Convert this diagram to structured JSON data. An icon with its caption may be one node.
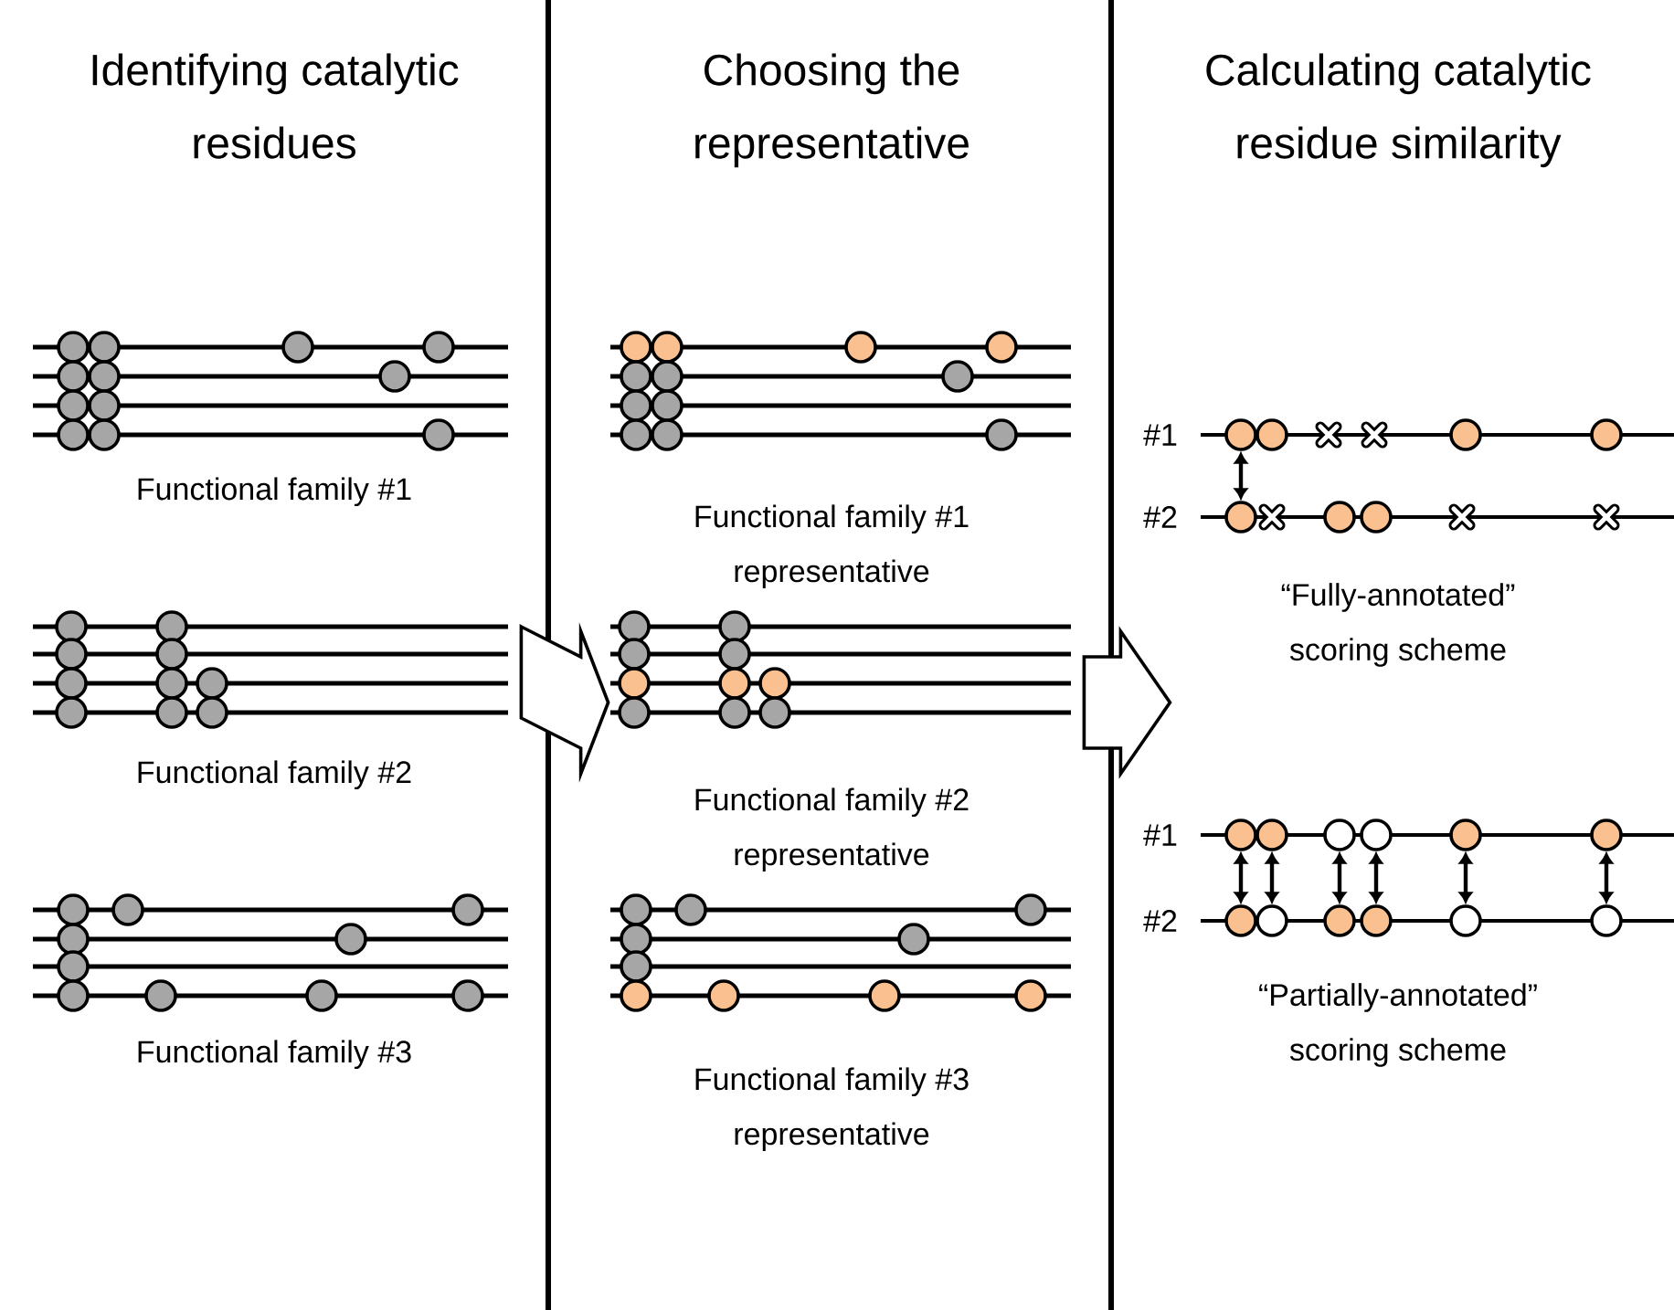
{
  "diagram": {
    "nodes": [
      {
        "text": [
          "Functional family #1"
        ]
      },
      {
        "text": [
          "Functional family #2"
        ]
      },
      {
        "text": [
          "Functional family #3"
        ]
      },
      {
        "text": [
          "Functional family #1 representative"
        ]
      },
      {
        "text": [
          "Functional family #2 representative"
        ]
      },
      {
        "text": [
          "Functional family #3 representative"
        ]
      },
      {
        "text": [],
        "shape": "circle"
      },
      {
        "text": [],
        "shape": "circle"
      },
      {
        "text": [],
        "shape": "circle"
      },
      {
        "text": [],
        "shape": "circle"
      },
      {
        "text": [],
        "shape": "circle"
      },
      {
        "text": [],
        "shape": "circle"
      },
      {
        "text": [],
        "shape": "circle"
      },
      {
        "text": [],
        "shape": "circle"
      },
      {
        "text": [],
        "shape": "circle"
      },
      {
        "text": [],
        "shape": "circle"
      },
      {
        "text": [],
        "shape": "circle"
      },
      {
        "text": [],
        "shape": "circle"
      },
      {
        "text": [],
        "shape": "circle"
      },
      {
        "text": [],
        "shape": "circle"
      }
    ],
    "edges": [
      {
        "from": 1,
        "to": 4,
        "arrow": "to"
      },
      {
        "from": 4,
        "to": null,
        "arrow": "to"
      },
      {
        "from": 6,
        "to": 7,
        "arrow": "both"
      },
      {
        "from": 8,
        "to": 14,
        "arrow": "both"
      },
      {
        "from": 9,
        "to": 15,
        "arrow": "both"
      },
      {
        "from": 10,
        "to": 16,
        "arrow": "both"
      },
      {
        "from": 11,
        "to": 17,
        "arrow": "both"
      },
      {
        "from": 12,
        "to": 18,
        "arrow": "both"
      },
      {
        "from": 13,
        "to": 19,
        "arrow": "both"
      }
    ],
    "labels": [
      "Identifying catalytic residues",
      "Choosing the representative",
      "Calculating catalytic residue similarity",
      "#1",
      "#2",
      "“Fully-annotated” scoring scheme",
      "#1",
      "#2",
      "“Partially-annotated” scoring scheme"
    ]
  }
}
